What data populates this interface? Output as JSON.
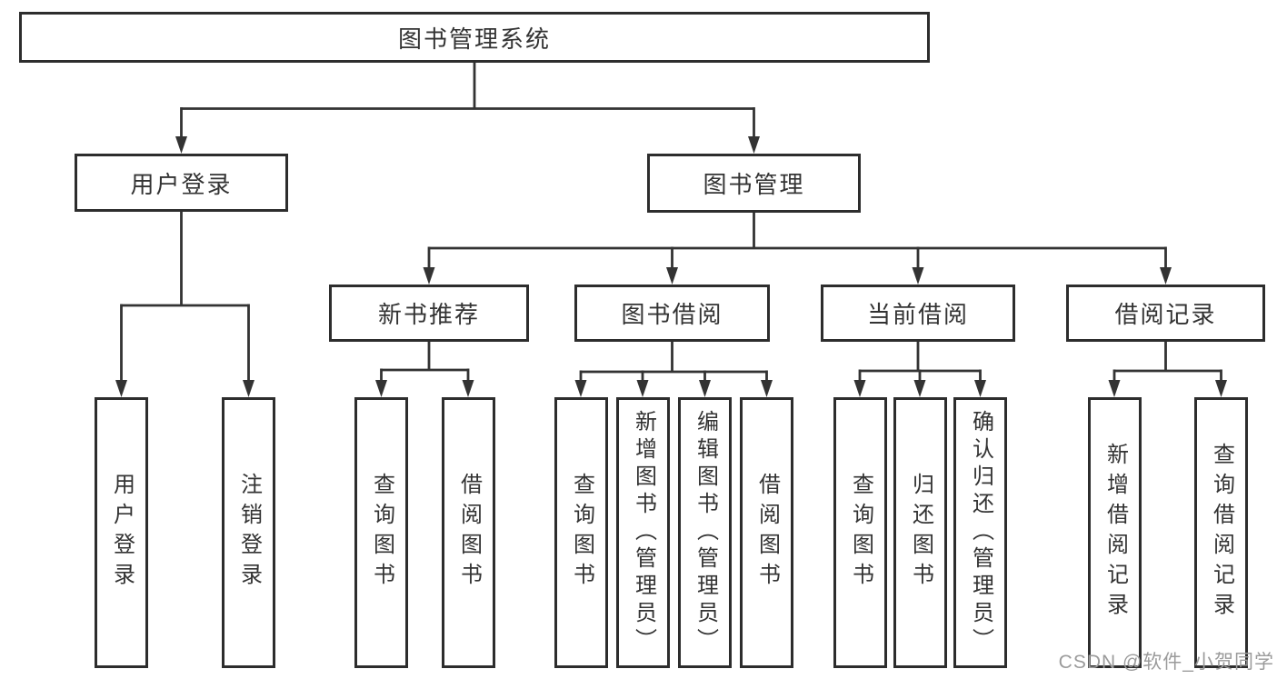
{
  "diagram_title": "图书管理系统",
  "watermark": "CSDN @软件_小贺同学",
  "colors": {
    "line": "#333333",
    "box_border": "#2d2d2d",
    "box_background": "#ffffff",
    "text": "#333333",
    "watermark": "#9b9b9b",
    "page_background": "#ffffff"
  },
  "tree": {
    "label": "图书管理系统",
    "children": [
      {
        "label": "用户登录",
        "children": [
          {
            "label": "用户登录"
          },
          {
            "label": "注销登录"
          }
        ]
      },
      {
        "label": "图书管理",
        "children": [
          {
            "label": "新书推荐",
            "children": [
              {
                "label": "查询图书"
              },
              {
                "label": "借阅图书"
              }
            ]
          },
          {
            "label": "图书借阅",
            "children": [
              {
                "label": "查询图书"
              },
              {
                "label": "新增图书（管理员）"
              },
              {
                "label": "编辑图书（管理员）"
              },
              {
                "label": "借阅图书"
              }
            ]
          },
          {
            "label": "当前借阅",
            "children": [
              {
                "label": "查询图书"
              },
              {
                "label": "归还图书"
              },
              {
                "label": "确认归还（管理员）"
              }
            ]
          },
          {
            "label": "借阅记录",
            "children": [
              {
                "label": "新增借阅记录"
              },
              {
                "label": "查询借阅记录"
              }
            ]
          }
        ]
      }
    ]
  }
}
